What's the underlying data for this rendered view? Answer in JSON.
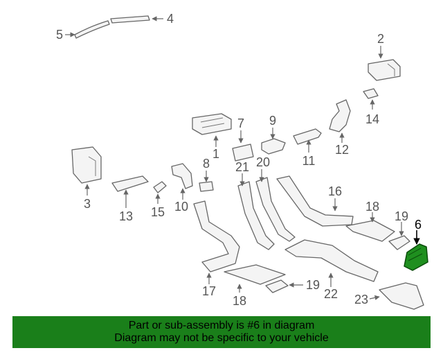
{
  "diagram": {
    "callouts": {
      "c1": "1",
      "c2": "2",
      "c3": "3",
      "c4": "4",
      "c5": "5",
      "c6": "6",
      "c7": "7",
      "c8": "8",
      "c9": "9",
      "c10": "10",
      "c11": "11",
      "c12": "12",
      "c13": "13",
      "c14": "14",
      "c15": "15",
      "c16": "16",
      "c17": "17",
      "c18a": "18",
      "c18b": "18",
      "c19a": "19",
      "c19b": "19",
      "c20": "20",
      "c21": "21",
      "c22": "22",
      "c23": "23"
    },
    "highlight_color": "#1f8f1f",
    "part_color": "#f4f4f4"
  },
  "banner": {
    "line1": "Part or sub-assembly is #6 in diagram",
    "line2": "Diagram may not be specific to your vehicle",
    "background": "#1a7f1a"
  }
}
